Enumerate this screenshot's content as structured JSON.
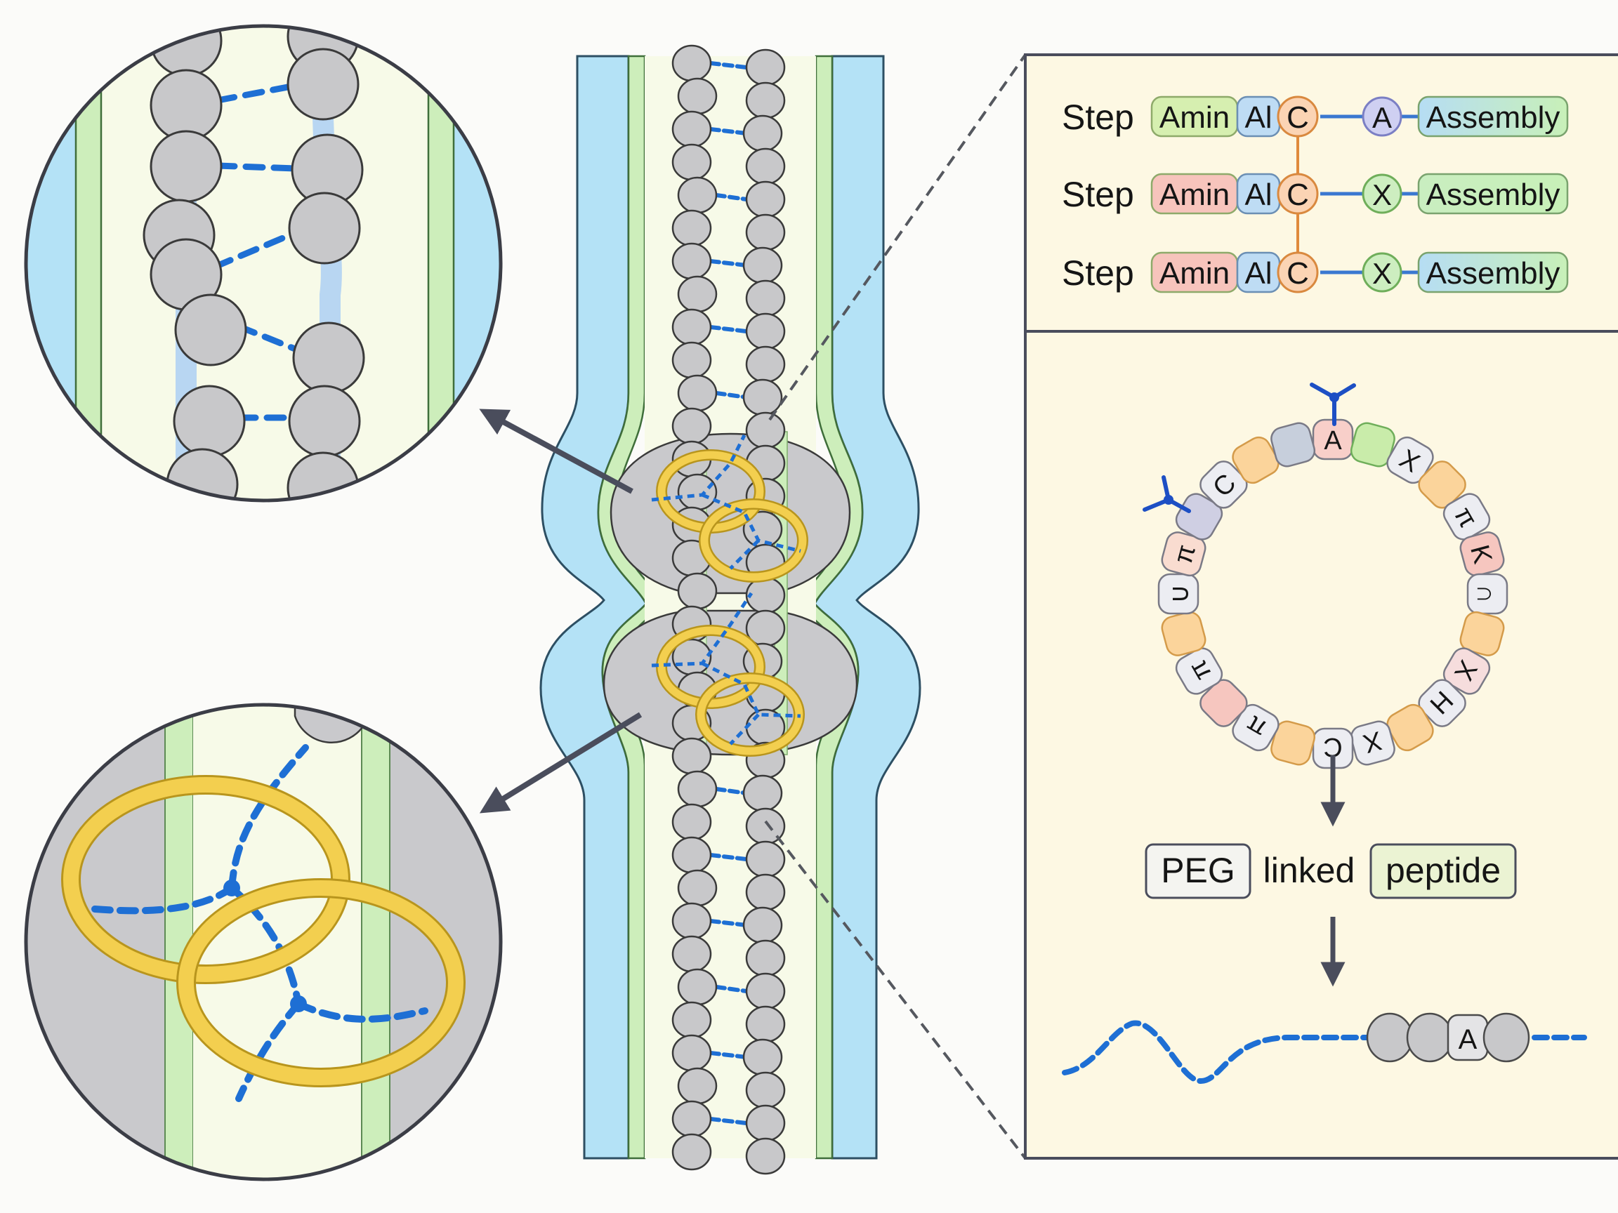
{
  "figure": {
    "synthesis_panel": {
      "rows": [
        {
          "label": "Step",
          "amino": "Amin",
          "al": "Al",
          "core": "C",
          "residue": "A",
          "assembly": "Assembly",
          "amino_color": "#d6efb0",
          "residue_color": "#cfd0f2",
          "residue_border": "#7b7fc4"
        },
        {
          "label": "Step",
          "amino": "Amin",
          "al": "Al",
          "core": "C",
          "residue": "X",
          "assembly": "Assembly",
          "amino_color": "#f7c4bc",
          "residue_color": "#cdeec0",
          "residue_border": "#6fae5a"
        },
        {
          "label": "Step",
          "amino": "Amin",
          "al": "Al",
          "core": "C",
          "residue": "X",
          "assembly": "Assembly",
          "amino_color": "#f7c4bc",
          "residue_color": "#cdeec0",
          "residue_border": "#6fae5a"
        }
      ]
    },
    "cyclic_peptide": {
      "beads": [
        {
          "glyph": "A",
          "color": "#f8cfc9"
        },
        {
          "glyph": "",
          "color": "#c9ecaa"
        },
        {
          "glyph": "X",
          "color": "#ecedf2"
        },
        {
          "glyph": "",
          "color": "#fbd49b"
        },
        {
          "glyph": "π",
          "color": "#ecedf2"
        },
        {
          "glyph": "K",
          "color": "#f6c6bf"
        },
        {
          "glyph": "∩",
          "color": "#ecedf2"
        },
        {
          "glyph": "",
          "color": "#fbd49b"
        },
        {
          "glyph": "X",
          "color": "#f6dddd"
        },
        {
          "glyph": "H",
          "color": "#ecedf2"
        },
        {
          "glyph": "",
          "color": "#fbd49b"
        },
        {
          "glyph": "X",
          "color": "#ecedf2"
        },
        {
          "glyph": "C",
          "color": "#ecedf2"
        },
        {
          "glyph": "",
          "color": "#fbd49b"
        },
        {
          "glyph": "π",
          "color": "#ecedf2"
        },
        {
          "glyph": "",
          "color": "#f6c6bf"
        },
        {
          "glyph": "π",
          "color": "#ecedf2"
        },
        {
          "glyph": "",
          "color": "#fbd49b"
        },
        {
          "glyph": "∪",
          "color": "#ecedf2"
        },
        {
          "glyph": "π",
          "color": "#f9dcd0"
        },
        {
          "glyph": "",
          "color": "#cfcfe3"
        },
        {
          "glyph": "C",
          "color": "#ecedf2"
        },
        {
          "glyph": "",
          "color": "#fbd49b"
        },
        {
          "glyph": "",
          "color": "#c7cfdc"
        }
      ]
    },
    "conjugate_label": {
      "peg": "PEG",
      "linked": "linked",
      "peptide": "peptide"
    },
    "linear_product": {
      "beads": [
        "",
        "",
        "A",
        ""
      ]
    },
    "colors": {
      "membrane_blue": "#b4e2f6",
      "membrane_green": "#cdeebb",
      "lumen": "#f7fae8",
      "bead_gray": "#c8c8ca",
      "hbond_blue": "#1e6fd4",
      "ring_gold": "#f3cf4f",
      "panel_bg": "#fdf8e3",
      "arrow_dark": "#4a4d5c"
    }
  }
}
